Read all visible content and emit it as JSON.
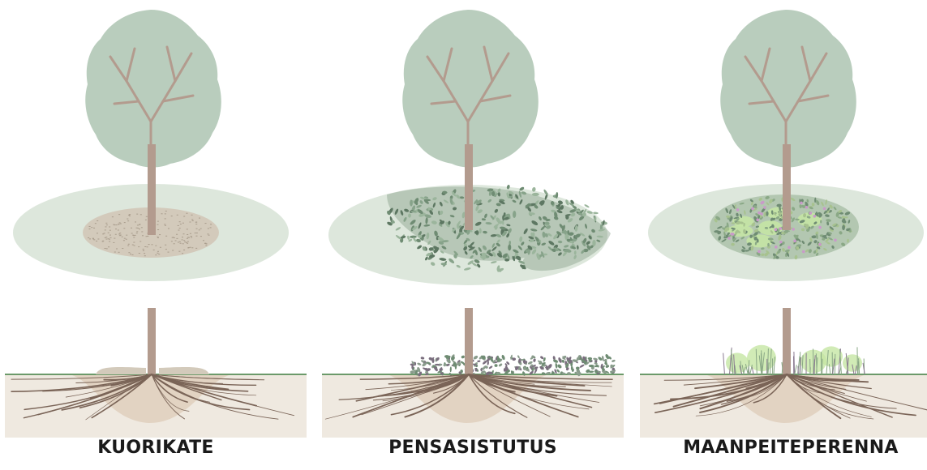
{
  "panels": [
    {
      "id": "kuorikate",
      "label": "KUORIKATE",
      "ground_cover": "bark-mulch"
    },
    {
      "id": "pensasistutus",
      "label": "PENSASISTUTUS",
      "ground_cover": "shrubs"
    },
    {
      "id": "maanpeiteperenna",
      "label": "MAANPEITEPERENNA",
      "ground_cover": "perennials"
    }
  ],
  "colors": {
    "canopy": "#b9cdbd",
    "trunk": "#b39b8e",
    "root_zone": "#dde7dc",
    "soil": "#efe9e0",
    "root_pocket": "#e2d3c2",
    "roots": "#7a6457",
    "bark_mulch": "#d3cabb",
    "shrub_leaf": "#6f8c73",
    "perennial_leaf": "#8aa886",
    "perennial_accent": "#c6e6a4",
    "flower": "#c99ac9",
    "grass_line": "#6b9a6a"
  }
}
